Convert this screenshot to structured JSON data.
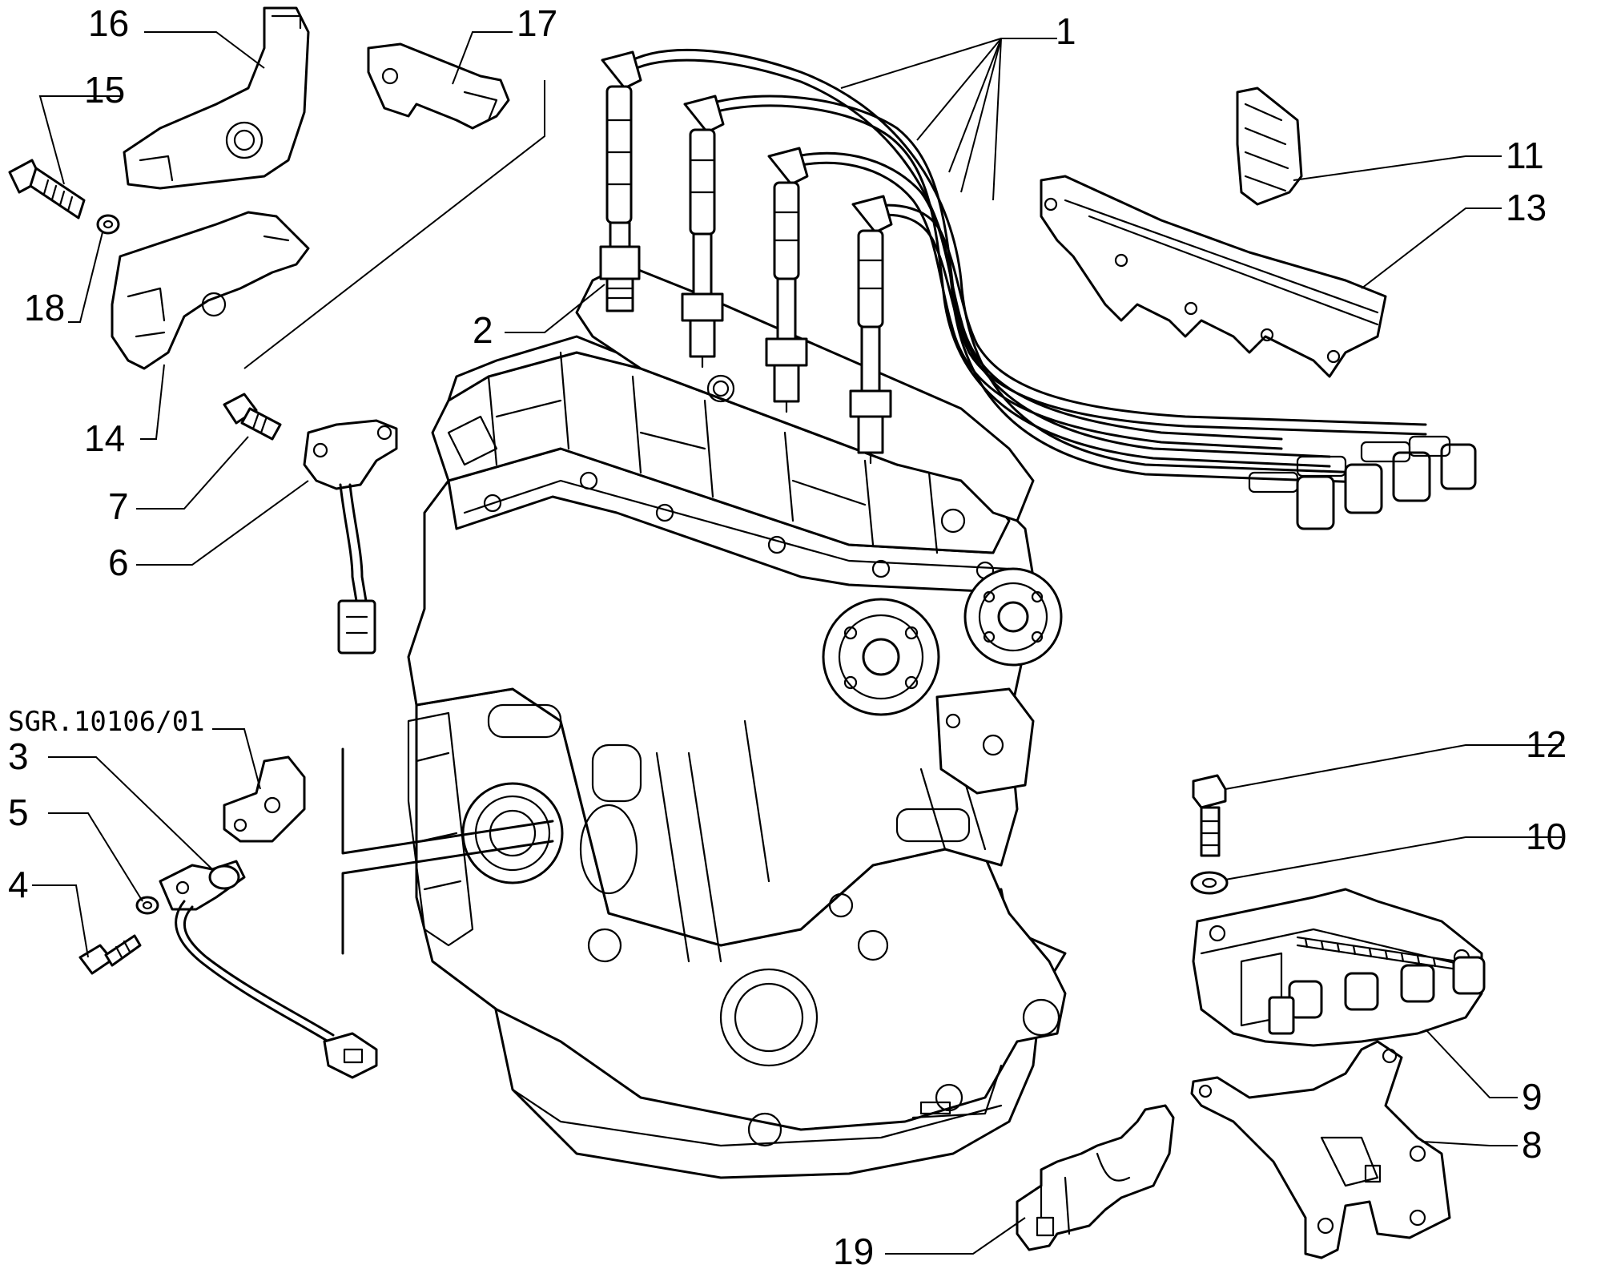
{
  "reference_code": "SGR.10106/01",
  "callouts": {
    "c1": "1",
    "c2": "2",
    "c3": "3",
    "c4": "4",
    "c5": "5",
    "c6": "6",
    "c7": "7",
    "c8": "8",
    "c9": "9",
    "c10": "10",
    "c11": "11",
    "c12": "12",
    "c13": "13",
    "c14": "14",
    "c15": "15",
    "c16": "16",
    "c17": "17",
    "c18": "18",
    "c19": "19"
  }
}
